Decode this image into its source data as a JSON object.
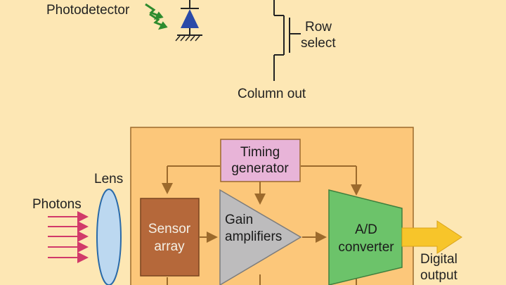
{
  "labels": {
    "photodetector": "Photodetector",
    "row_select_1": "Row",
    "row_select_2": "select",
    "column_out": "Column out",
    "lens": "Lens",
    "photons": "Photons",
    "digital_output_1": "Digital",
    "digital_output_2": "output"
  },
  "blocks": {
    "timing_1": "Timing",
    "timing_2": "generator",
    "sensor_1": "Sensor",
    "sensor_2": "array",
    "gain_1": "Gain",
    "gain_2": "amplifiers",
    "adc_1": "A/D",
    "adc_2": "converter"
  },
  "colors": {
    "background": "#fde7b4",
    "system_box": "#fcc77a",
    "wire": "#9c6a2c",
    "timing_fill": "#e8b4d8",
    "sensor_fill": "#b5683a",
    "gain_fill": "#bdbcbd",
    "adc_fill": "#6cc36a",
    "output_arrow": "#f7c52a",
    "photon": "#d13a6a",
    "photodiode": "#2a4aa8",
    "light_arrow": "#2e8b2e",
    "lens_fill": "#bcd8f0"
  }
}
